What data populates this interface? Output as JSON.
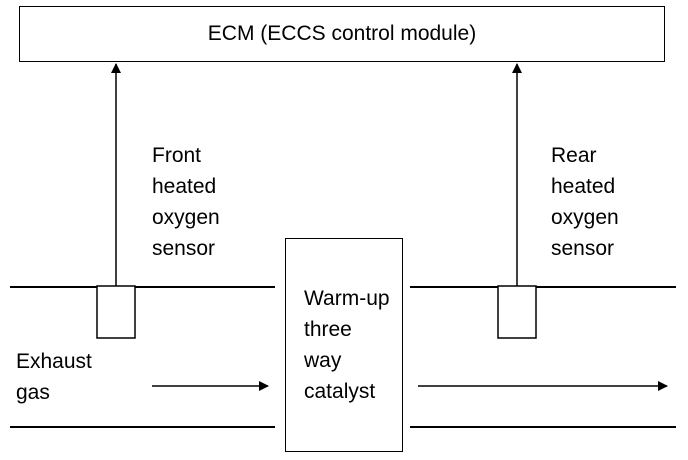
{
  "ecm": {
    "label": "ECM (ECCS control module)"
  },
  "front_sensor": {
    "lines": [
      "Front",
      "heated",
      "oxygen",
      "sensor"
    ]
  },
  "rear_sensor": {
    "lines": [
      "Rear",
      "heated",
      "oxygen",
      "sensor"
    ]
  },
  "catalyst": {
    "lines": [
      "Warm-up",
      "three",
      "way",
      "catalyst"
    ]
  },
  "exhaust": {
    "lines": [
      "Exhaust",
      "gas"
    ]
  },
  "colors": {
    "stroke": "#000000",
    "background": "#ffffff"
  }
}
